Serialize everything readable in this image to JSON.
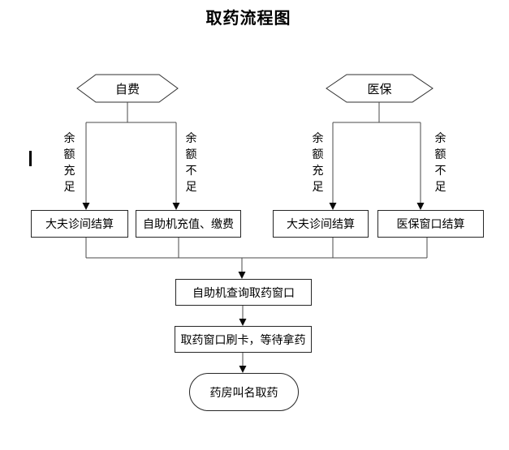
{
  "flowchart": {
    "title": "取药流程图",
    "nodes": [
      {
        "id": "self_pay",
        "shape": "hexagon",
        "label": "自费"
      },
      {
        "id": "insurance",
        "shape": "hexagon",
        "label": "医保"
      },
      {
        "id": "doctor_settle_a",
        "shape": "rect",
        "label": "大夫诊间结算"
      },
      {
        "id": "kiosk_recharge",
        "shape": "rect",
        "label": "自助机充值、缴费"
      },
      {
        "id": "doctor_settle_b",
        "shape": "rect",
        "label": "大夫诊间结算"
      },
      {
        "id": "insurance_window",
        "shape": "rect",
        "label": "医保窗口结算"
      },
      {
        "id": "kiosk_query",
        "shape": "rect",
        "label": "自助机查询取药窗口"
      },
      {
        "id": "swipe_wait",
        "shape": "rect",
        "label": "取药窗口刷卡，等待拿药"
      },
      {
        "id": "pharmacy_call",
        "shape": "terminator",
        "label": "药房叫名取药"
      }
    ],
    "edges": [
      {
        "from": "self_pay",
        "to": "doctor_settle_a",
        "label": "余额充足"
      },
      {
        "from": "self_pay",
        "to": "kiosk_recharge",
        "label": "余额不足"
      },
      {
        "from": "insurance",
        "to": "doctor_settle_b",
        "label": "余额充足"
      },
      {
        "from": "insurance",
        "to": "insurance_window",
        "label": "余额不足"
      },
      {
        "from": "doctor_settle_a,kiosk_recharge,doctor_settle_b,insurance_window",
        "to": "kiosk_query",
        "label": ""
      },
      {
        "from": "kiosk_query",
        "to": "swipe_wait",
        "label": ""
      },
      {
        "from": "swipe_wait",
        "to": "pharmacy_call",
        "label": ""
      }
    ]
  },
  "icons": {
    "arrowhead": "solid-down-triangle",
    "cursor_bar": "vertical-i-beam"
  },
  "colors": {
    "background": "#ffffff",
    "line": "#4a4a4a",
    "border": "#262626",
    "arrowhead": "#0a0a0a",
    "text": "#000000"
  }
}
